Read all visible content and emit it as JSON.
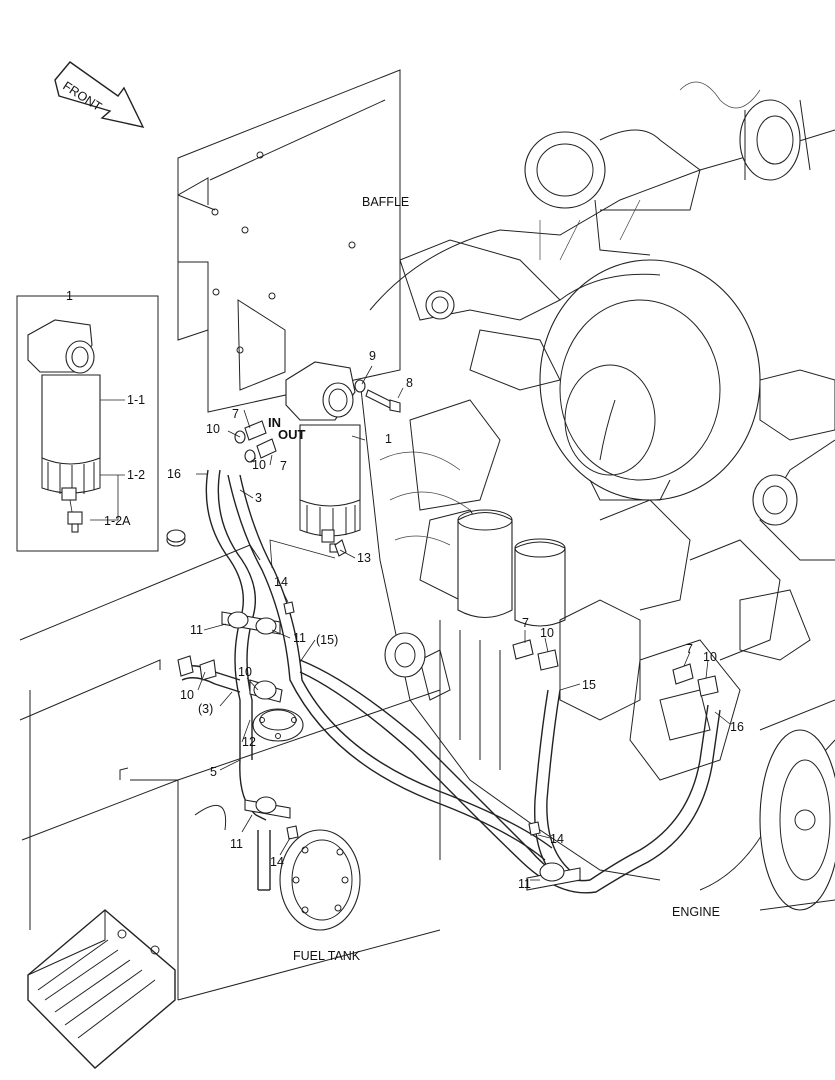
{
  "labels": {
    "front": "FRONT",
    "baffle": "BAFFLE",
    "engine": "ENGINE",
    "fuel_tank": "FUEL TANK",
    "in": "IN",
    "out": "OUT",
    "detail_1": "1",
    "detail_1_1": "1-1",
    "detail_1_2": "1-2",
    "detail_1_2a": "1-2A",
    "filter_1": "1",
    "p3": "3",
    "p3p": "(3)",
    "p5": "5",
    "p7a": "7",
    "p7b": "7",
    "p7c": "7",
    "p7d": "7",
    "p8": "8",
    "p9": "9",
    "p10a": "10",
    "p10b": "10",
    "p10c": "10",
    "p10d": "10",
    "p10e": "10",
    "p10f": "10",
    "p11a": "11",
    "p11b": "11",
    "p11c": "11",
    "p11d": "11",
    "p12": "12",
    "p13": "13",
    "p14a": "14",
    "p14b": "14",
    "p14c": "14",
    "p15": "15",
    "p15p": "(15)",
    "p16a": "16",
    "p16b": "16"
  }
}
